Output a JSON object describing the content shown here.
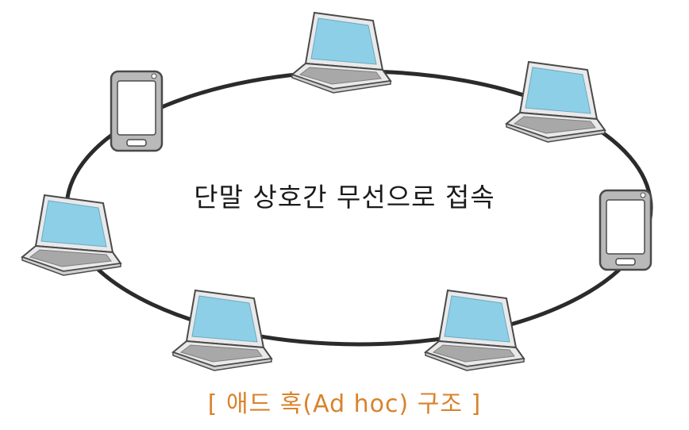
{
  "center_text": "단말 상호간 무선으로 접속",
  "caption": "[ 애드 혹(Ad hoc) 구조 ]",
  "colors": {
    "caption": "#d9822b",
    "ring": "#2b2b2b",
    "screen": "#8ecfe8",
    "device_body": "#e9e9e9",
    "keyboard": "#a8a8a8",
    "phone_body": "#b9b9b9",
    "outline": "#4a4a4a"
  },
  "devices": [
    {
      "kind": "laptop"
    },
    {
      "kind": "laptop"
    },
    {
      "kind": "phone"
    },
    {
      "kind": "laptop"
    },
    {
      "kind": "laptop"
    },
    {
      "kind": "laptop"
    },
    {
      "kind": "phone"
    }
  ]
}
